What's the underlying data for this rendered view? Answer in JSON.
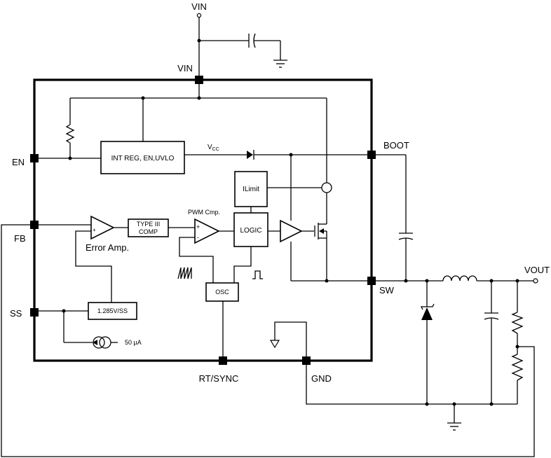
{
  "pins": {
    "vin_top": "VIN",
    "vin": "VIN",
    "en": "EN",
    "fb": "FB",
    "ss": "SS",
    "boot": "BOOT",
    "sw": "SW",
    "rt_sync": "RT/SYNC",
    "gnd": "GND",
    "vout": "VOUT"
  },
  "blocks": {
    "int_reg": "INT REG, EN,UVLO",
    "ilimit": "ILimit",
    "logic": "LOGIC",
    "type3_line1": "TYPE III",
    "type3_line2": "COMP",
    "osc": "OSC",
    "vref": "1.285V/SS"
  },
  "labels": {
    "vcc_main": "V",
    "vcc_sub": "CC",
    "pwm_cmp": "PWM Cmp.",
    "error_amp": "Error Amp.",
    "current_source": "50 µA",
    "plus": "+",
    "minus": "-"
  }
}
